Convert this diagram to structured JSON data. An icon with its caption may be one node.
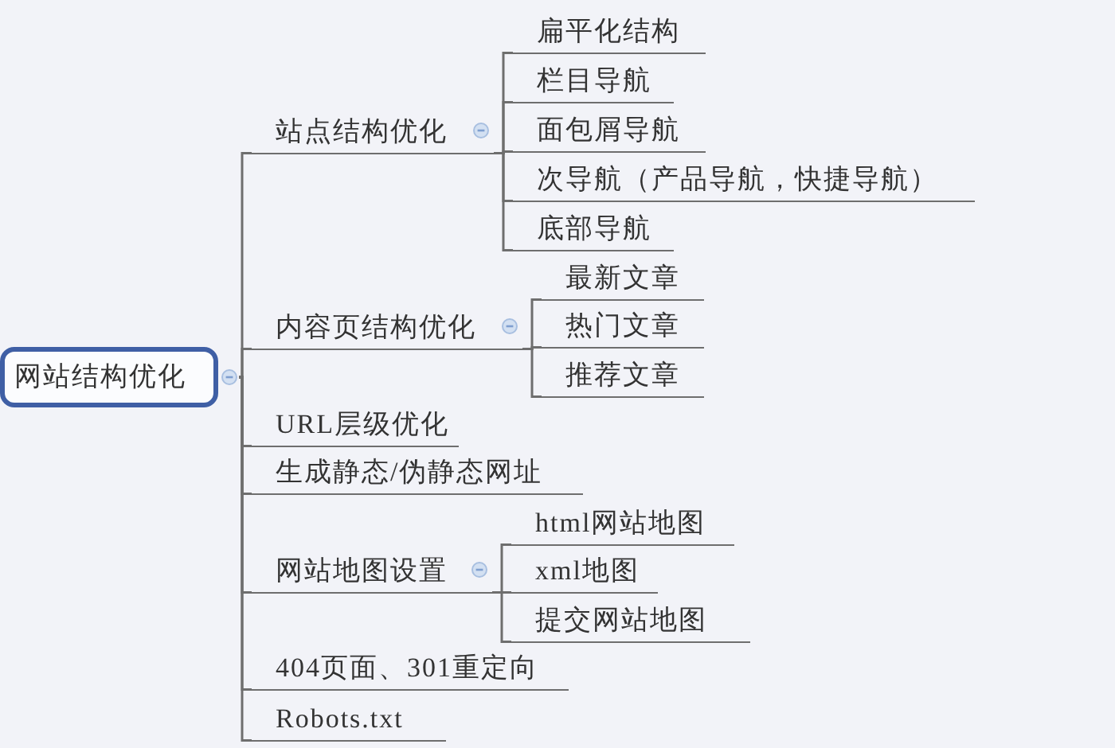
{
  "diagram": {
    "nodes": [
      {
        "text": [
          "网站结构优化"
        ]
      },
      {
        "text": [
          "站点结构优化"
        ]
      },
      {
        "text": [
          "扁平化结构"
        ]
      },
      {
        "text": [
          "栏目导航"
        ]
      },
      {
        "text": [
          "面包屑导航"
        ]
      },
      {
        "text": [
          "次导航（产品导航，快捷导航）"
        ]
      },
      {
        "text": [
          "底部导航"
        ]
      },
      {
        "text": [
          "内容页结构优化"
        ]
      },
      {
        "text": [
          "最新文章"
        ]
      },
      {
        "text": [
          "热门文章"
        ]
      },
      {
        "text": [
          "推荐文章"
        ]
      },
      {
        "text": [
          "URL层级优化"
        ]
      },
      {
        "text": [
          "生成静态/伪静态网址"
        ]
      },
      {
        "text": [
          "网站地图设置"
        ]
      },
      {
        "text": [
          "html网站地图"
        ]
      },
      {
        "text": [
          "xml地图"
        ]
      },
      {
        "text": [
          "提交网站地图"
        ]
      },
      {
        "text": [
          "404页面、301重定向"
        ]
      },
      {
        "text": [
          "Robots.txt"
        ]
      }
    ],
    "edges": [
      {
        "from": 0,
        "to": 1,
        "arrow": "none"
      },
      {
        "from": 1,
        "to": 2,
        "arrow": "none"
      },
      {
        "from": 1,
        "to": 3,
        "arrow": "none"
      },
      {
        "from": 1,
        "to": 4,
        "arrow": "none"
      },
      {
        "from": 1,
        "to": 5,
        "arrow": "none"
      },
      {
        "from": 1,
        "to": 6,
        "arrow": "none"
      },
      {
        "from": 0,
        "to": 7,
        "arrow": "none"
      },
      {
        "from": 7,
        "to": 8,
        "arrow": "none"
      },
      {
        "from": 7,
        "to": 9,
        "arrow": "none"
      },
      {
        "from": 7,
        "to": 10,
        "arrow": "none"
      },
      {
        "from": 0,
        "to": 11,
        "arrow": "none"
      },
      {
        "from": 0,
        "to": 12,
        "arrow": "none"
      },
      {
        "from": 0,
        "to": 13,
        "arrow": "none"
      },
      {
        "from": 13,
        "to": 14,
        "arrow": "none"
      },
      {
        "from": 13,
        "to": 15,
        "arrow": "none"
      },
      {
        "from": 13,
        "to": 16,
        "arrow": "none"
      },
      {
        "from": 0,
        "to": 17,
        "arrow": "none"
      },
      {
        "from": 0,
        "to": 18,
        "arrow": "none"
      }
    ]
  }
}
